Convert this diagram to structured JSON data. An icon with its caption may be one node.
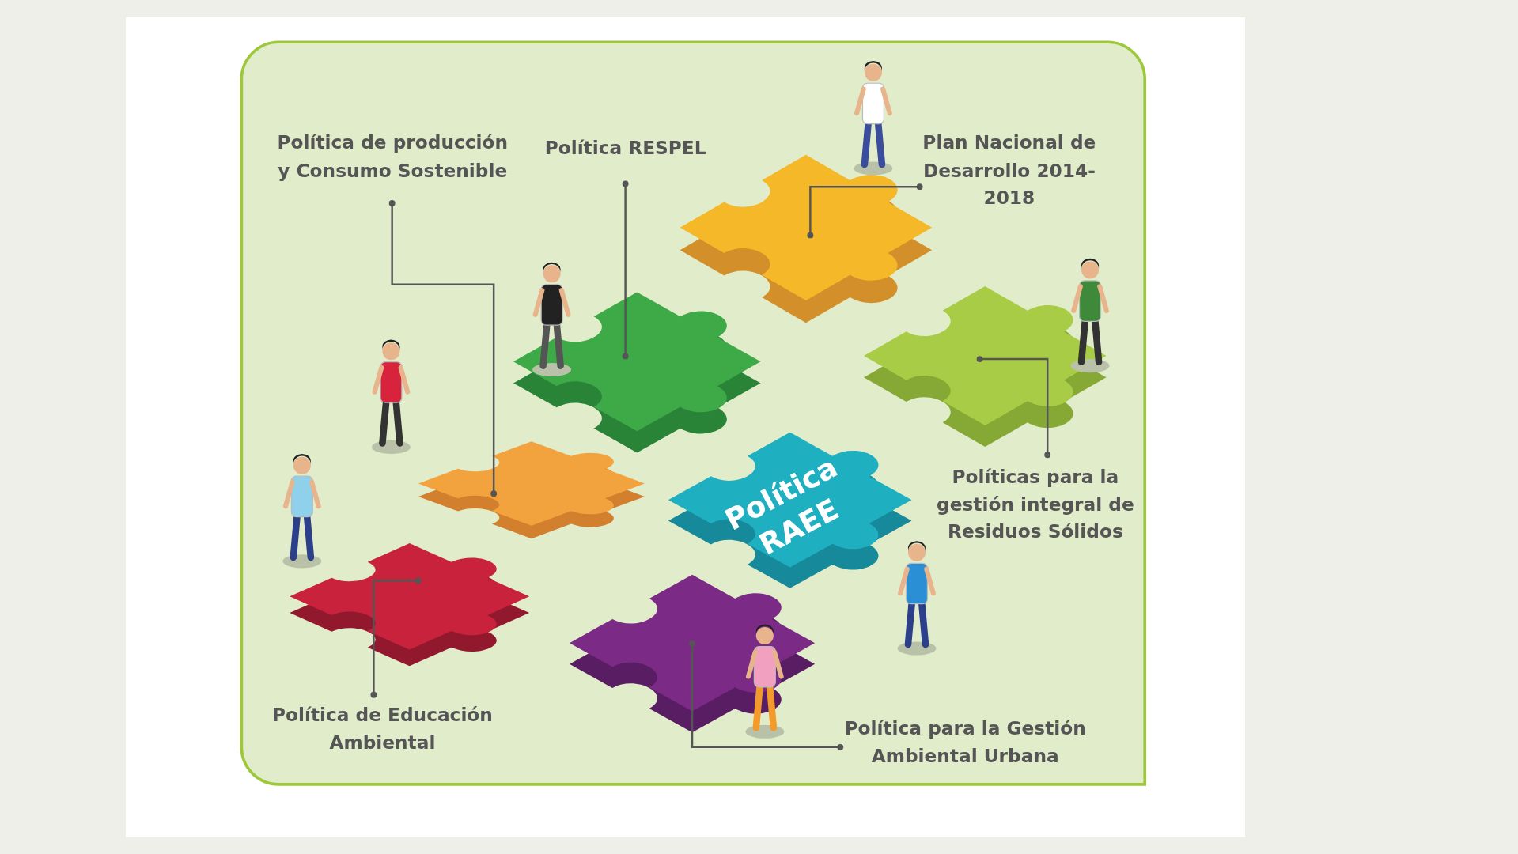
{
  "diagram": {
    "nodes": [
      {
        "text": [
          "Política de producción y Consumo Sostenible"
        ]
      },
      {
        "text": [
          "Política RESPEL"
        ]
      },
      {
        "text": [
          "Plan Nacional de Desarrollo 2014-2018"
        ]
      },
      {
        "text": [],
        "shape": "picture"
      },
      {
        "text": [],
        "shape": "picture"
      },
      {
        "text": [],
        "shape": "picture"
      },
      {
        "text": [],
        "shape": "picture"
      },
      {
        "text": [
          "Política RAEE"
        ]
      },
      {
        "text": [
          "Políticas para la gestión integral de Residuos Sólidos"
        ]
      },
      {
        "text": [],
        "shape": "picture"
      },
      {
        "text": [],
        "shape": "picture"
      },
      {
        "text": [
          "Política de Educación Ambiental"
        ]
      },
      {
        "text": [
          "Política para la Gestión Ambiental Urbana"
        ]
      }
    ],
    "edges": [
      {
        "from": 0,
        "to": 6,
        "arrow": "other"
      },
      {
        "from": 1,
        "to": 4,
        "arrow": "other"
      },
      {
        "from": 2,
        "to": 3,
        "arrow": "other"
      },
      {
        "from": 8,
        "to": 5,
        "arrow": "other"
      },
      {
        "from": 11,
        "to": 9,
        "arrow": "other"
      },
      {
        "from": 12,
        "to": 10,
        "arrow": "other"
      }
    ]
  }
}
